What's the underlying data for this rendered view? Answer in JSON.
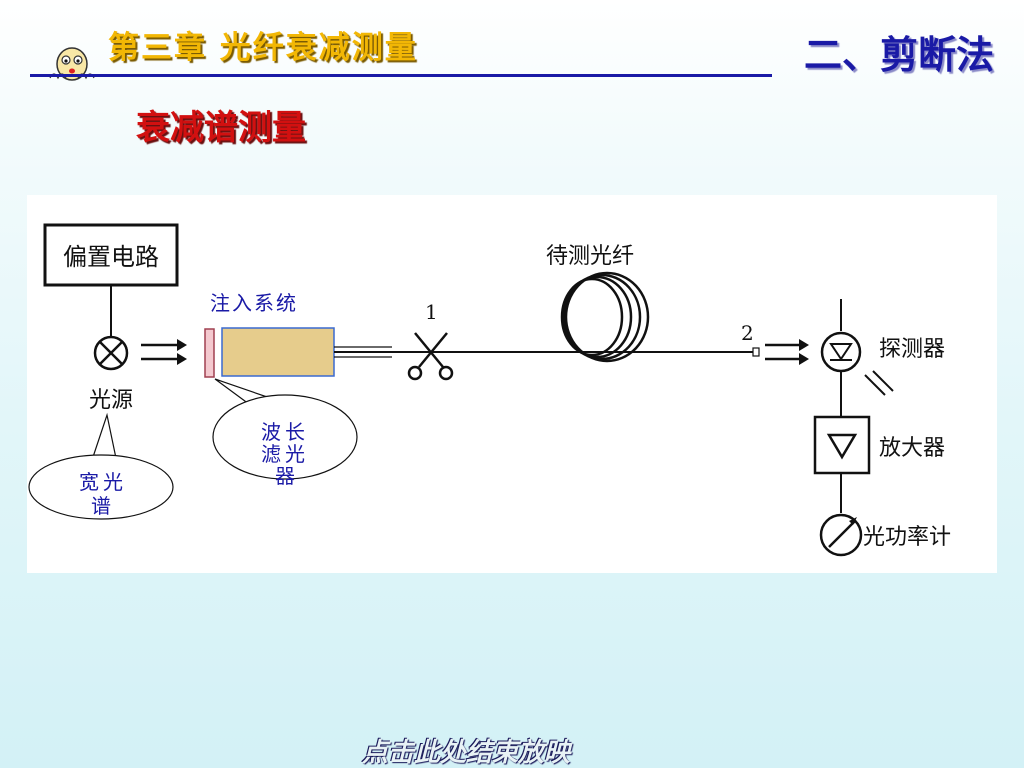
{
  "header": {
    "chapter_title": "第三章  光纤衰减测量",
    "section_title": "二、剪断法"
  },
  "slide": {
    "title": "衰减谱测量"
  },
  "diagram": {
    "bias_circuit": "偏置电路",
    "light_source": "光源",
    "injection_system": "注入系统",
    "fiber_under_test": "待测光纤",
    "cut_point_1": "1",
    "cut_point_2": "2",
    "detector": "探测器",
    "amplifier": "放大器",
    "power_meter": "光功率计",
    "callout_broad_spectrum": [
      "宽光",
      "谱"
    ],
    "callout_wavelength_filter": [
      "波长",
      "滤光",
      "器"
    ]
  },
  "footer": {
    "end_show_link": "点击此处结束放映"
  },
  "colors": {
    "chapter_title": "#f2b705",
    "section_title": "#1a1aa6",
    "slide_title": "#d21010",
    "injection_box": "#e6cc8c",
    "filter": "#f4c9cf"
  }
}
